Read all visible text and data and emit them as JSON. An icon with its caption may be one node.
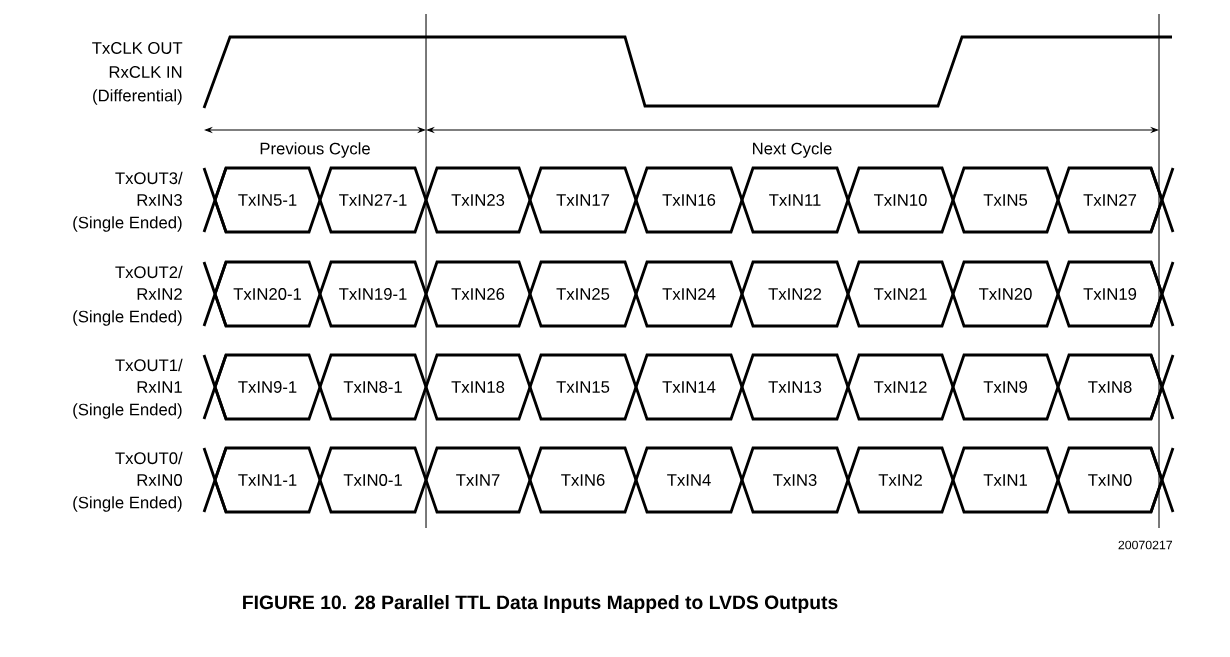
{
  "diagram": {
    "caption": "FIGURE 10. 28 Parallel TTL Data Inputs Mapped to LVDS Outputs",
    "nodes": [
      {
        "text": [
          "TxIN5-1"
        ]
      },
      {
        "text": [
          "TxIN27-1"
        ]
      },
      {
        "text": [
          "TxIN23"
        ]
      },
      {
        "text": [
          "TxIN17"
        ]
      },
      {
        "text": [
          "TxIN16"
        ]
      },
      {
        "text": [
          "TxIN11"
        ]
      },
      {
        "text": [
          "TxIN10"
        ]
      },
      {
        "text": [
          "TxIN5"
        ]
      },
      {
        "text": [
          "TxIN27"
        ]
      },
      {
        "text": [
          "TxIN20-1"
        ]
      },
      {
        "text": [
          "TxIN19-1"
        ]
      },
      {
        "text": [
          "TxIN26"
        ]
      },
      {
        "text": [
          "TxIN25"
        ]
      },
      {
        "text": [
          "TxIN24"
        ]
      },
      {
        "text": [
          "TxIN22"
        ]
      },
      {
        "text": [
          "TxIN21"
        ]
      },
      {
        "text": [
          "TxIN20"
        ]
      },
      {
        "text": [
          "TxIN19"
        ]
      },
      {
        "text": [
          "TxIN9-1"
        ]
      },
      {
        "text": [
          "TxIN8-1"
        ]
      },
      {
        "text": [
          "TxIN18"
        ]
      },
      {
        "text": [
          "TxIN15"
        ]
      },
      {
        "text": [
          "TxIN14"
        ]
      },
      {
        "text": [
          "TxIN13"
        ]
      },
      {
        "text": [
          "TxIN12"
        ]
      },
      {
        "text": [
          "TxIN9"
        ]
      },
      {
        "text": [
          "TxIN8"
        ]
      },
      {
        "text": [
          "TxIN1-1"
        ]
      },
      {
        "text": [
          "TxIN0-1"
        ]
      },
      {
        "text": [
          "TxIN7"
        ]
      },
      {
        "text": [
          "TxIN6"
        ]
      },
      {
        "text": [
          "TxIN4"
        ]
      },
      {
        "text": [
          "TxIN3"
        ]
      },
      {
        "text": [
          "TxIN2"
        ]
      },
      {
        "text": [
          "TxIN1"
        ]
      },
      {
        "text": [
          "TxIN0"
        ]
      }
    ],
    "labels": [
      "TxCLK OUT",
      "RxCLK IN",
      "(Differential)",
      "Previous Cycle",
      "Next Cycle",
      "TxOUT3/",
      "RxIN3",
      "(Single Ended)",
      "TxOUT2/",
      "RxIN2",
      "(Single Ended)",
      "TxOUT1/",
      "RxIN1",
      "(Single Ended)",
      "TxOUT0/",
      "RxIN0",
      "(Single Ended)",
      "20070217"
    ]
  }
}
